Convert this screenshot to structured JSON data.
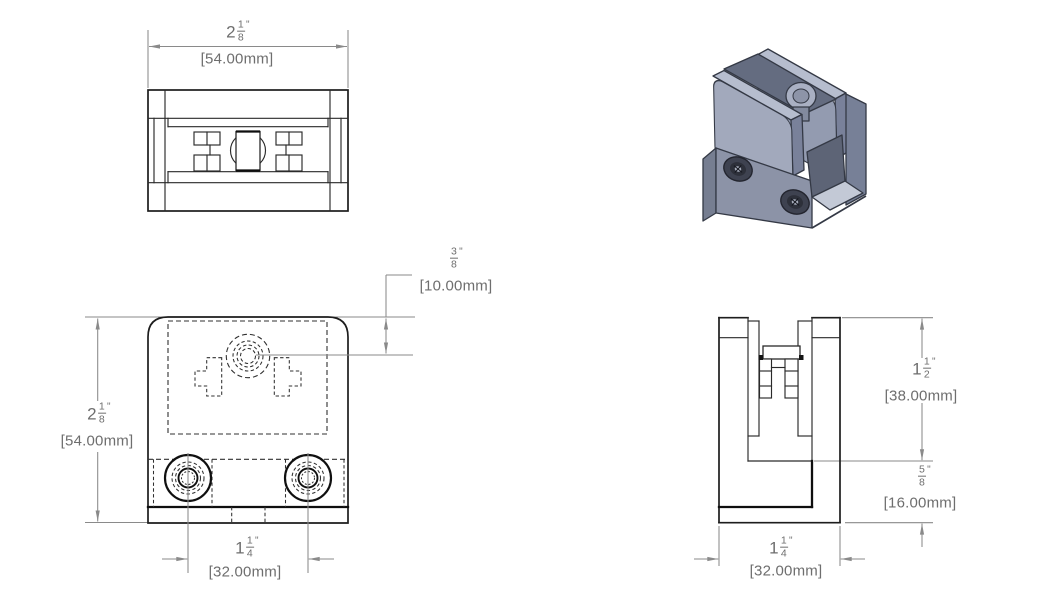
{
  "page": {
    "description": "CAD multi-view technical drawing of a square glass clamp: top view, front view, side view and shaded isometric view",
    "background": "#ffffff"
  },
  "colors": {
    "drawing_line": "#1d1d1d",
    "dimension_line": "#8a8a8a",
    "dimension_text": "#6e6e6e",
    "iso_top_face": "#b6bdce",
    "iso_front_face": "#a2a9bc",
    "iso_side_face": "#79819a",
    "iso_gap_shadow": "#646c80",
    "iso_channel_floor": "#c3c9d6",
    "iso_screw_head": "#3e4250"
  },
  "dimensions": {
    "top_width": {
      "whole": "2",
      "num": "1",
      "den": "8",
      "unit": "\"",
      "mm": "[54.00mm]"
    },
    "front_height": {
      "whole": "2",
      "num": "1",
      "den": "8",
      "unit": "\"",
      "mm": "[54.00mm]"
    },
    "screw_offset": {
      "whole": "",
      "num": "3",
      "den": "8",
      "unit": "\"",
      "mm": "[10.00mm]"
    },
    "front_hole_spacing": {
      "whole": "1",
      "num": "1",
      "den": "4",
      "unit": "\"",
      "mm": "[32.00mm]"
    },
    "side_slot_depth": {
      "whole": "1",
      "num": "1",
      "den": "2",
      "unit": "\"",
      "mm": "[38.00mm]"
    },
    "side_base_height": {
      "whole": "",
      "num": "5",
      "den": "8",
      "unit": "\"",
      "mm": "[16.00mm]"
    },
    "side_width": {
      "whole": "1",
      "num": "1",
      "den": "4",
      "unit": "\"",
      "mm": "[32.00mm]"
    }
  }
}
